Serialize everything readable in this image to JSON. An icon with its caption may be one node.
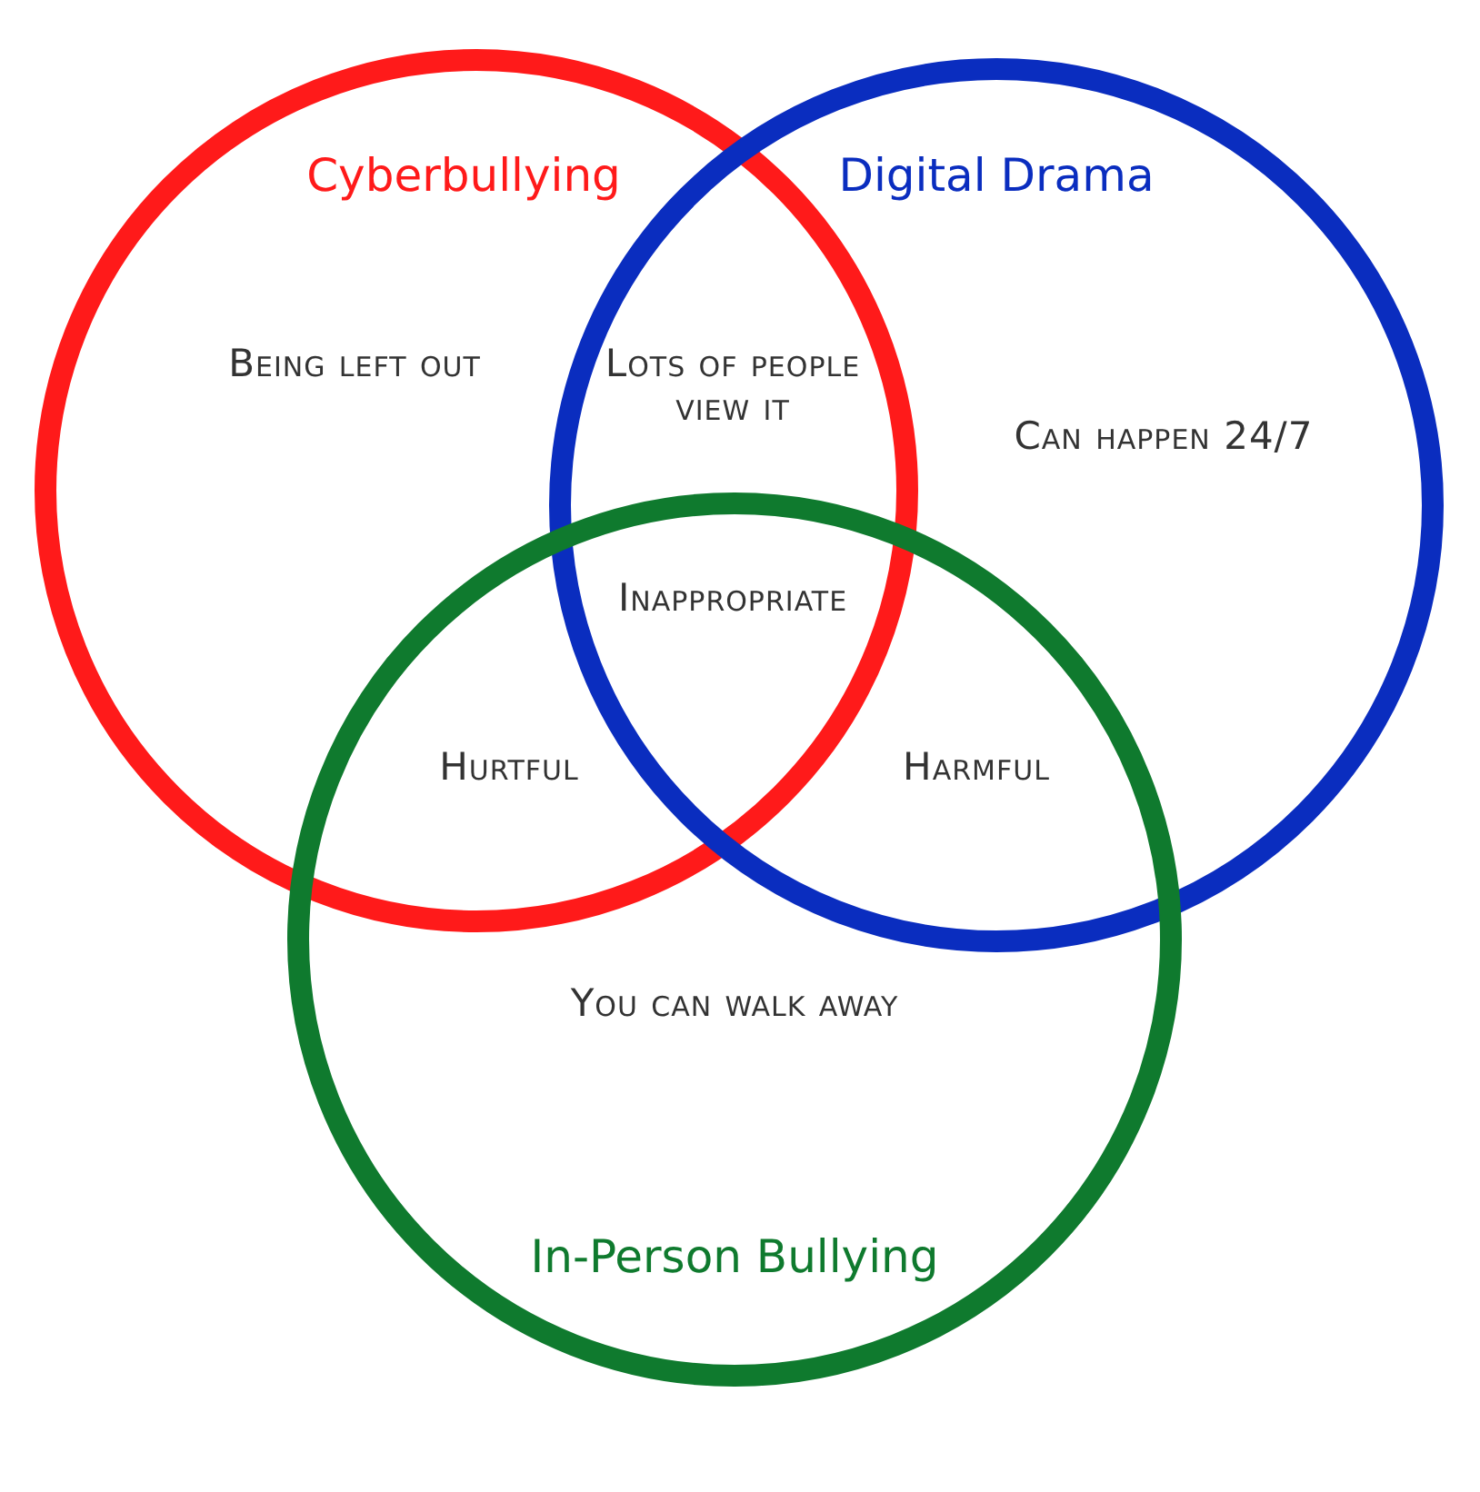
{
  "diagram": {
    "nodes": [
      {
        "text": [
          "Cyberbullying"
        ]
      },
      {
        "text": [
          "Digital Drama"
        ]
      },
      {
        "text": [
          "In-Person Bullying"
        ]
      }
    ],
    "labels": [
      "Being left out",
      "Lots of people view it",
      "Can happen 24/7",
      "Inappropriate",
      "Hurtful",
      "Harmful",
      "You can walk away"
    ]
  }
}
